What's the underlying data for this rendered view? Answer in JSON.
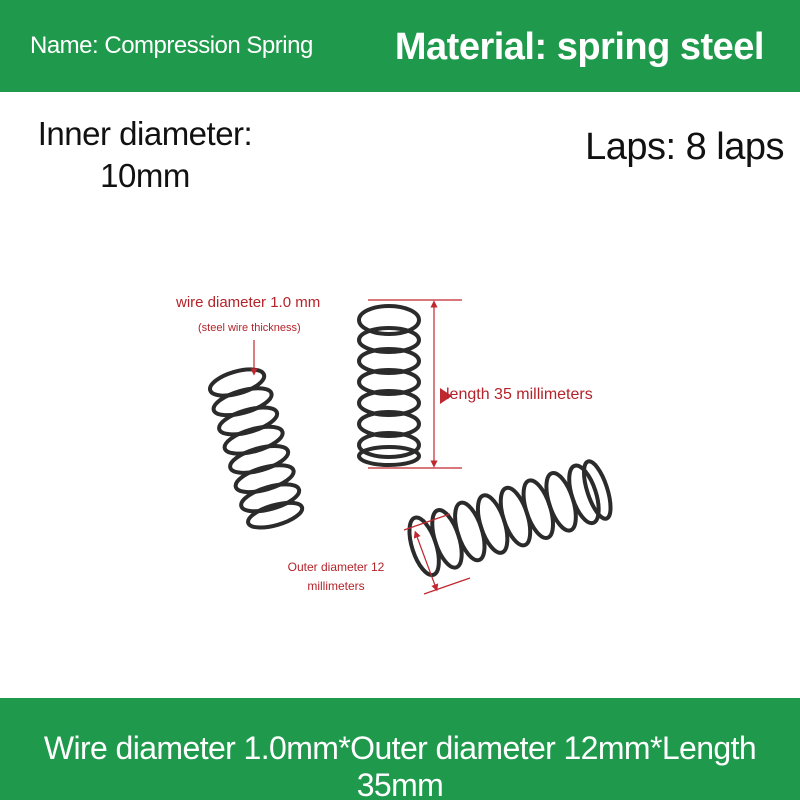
{
  "header": {
    "name_label": "Name: Compression Spring",
    "material_label": "Material: spring steel"
  },
  "specs": {
    "inner_diameter_line1": "Inner diameter:",
    "inner_diameter_line2": "10mm",
    "laps": "Laps: 8 laps"
  },
  "annotations": {
    "wire_diameter": "wire diameter 1.0 mm",
    "wire_thickness_note": "(steel wire thickness)",
    "length": "length 35 millimeters",
    "outer_diameter_line1": "Outer diameter 12",
    "outer_diameter_line2": "millimeters"
  },
  "footer": {
    "spec_summary": "Wire diameter 1.0mm*Outer diameter 12mm*Length 35mm"
  },
  "colors": {
    "brand_green": "#1f9a4c",
    "annotation_red": "#b4232a",
    "spring_steel": "#2b2b2b"
  }
}
